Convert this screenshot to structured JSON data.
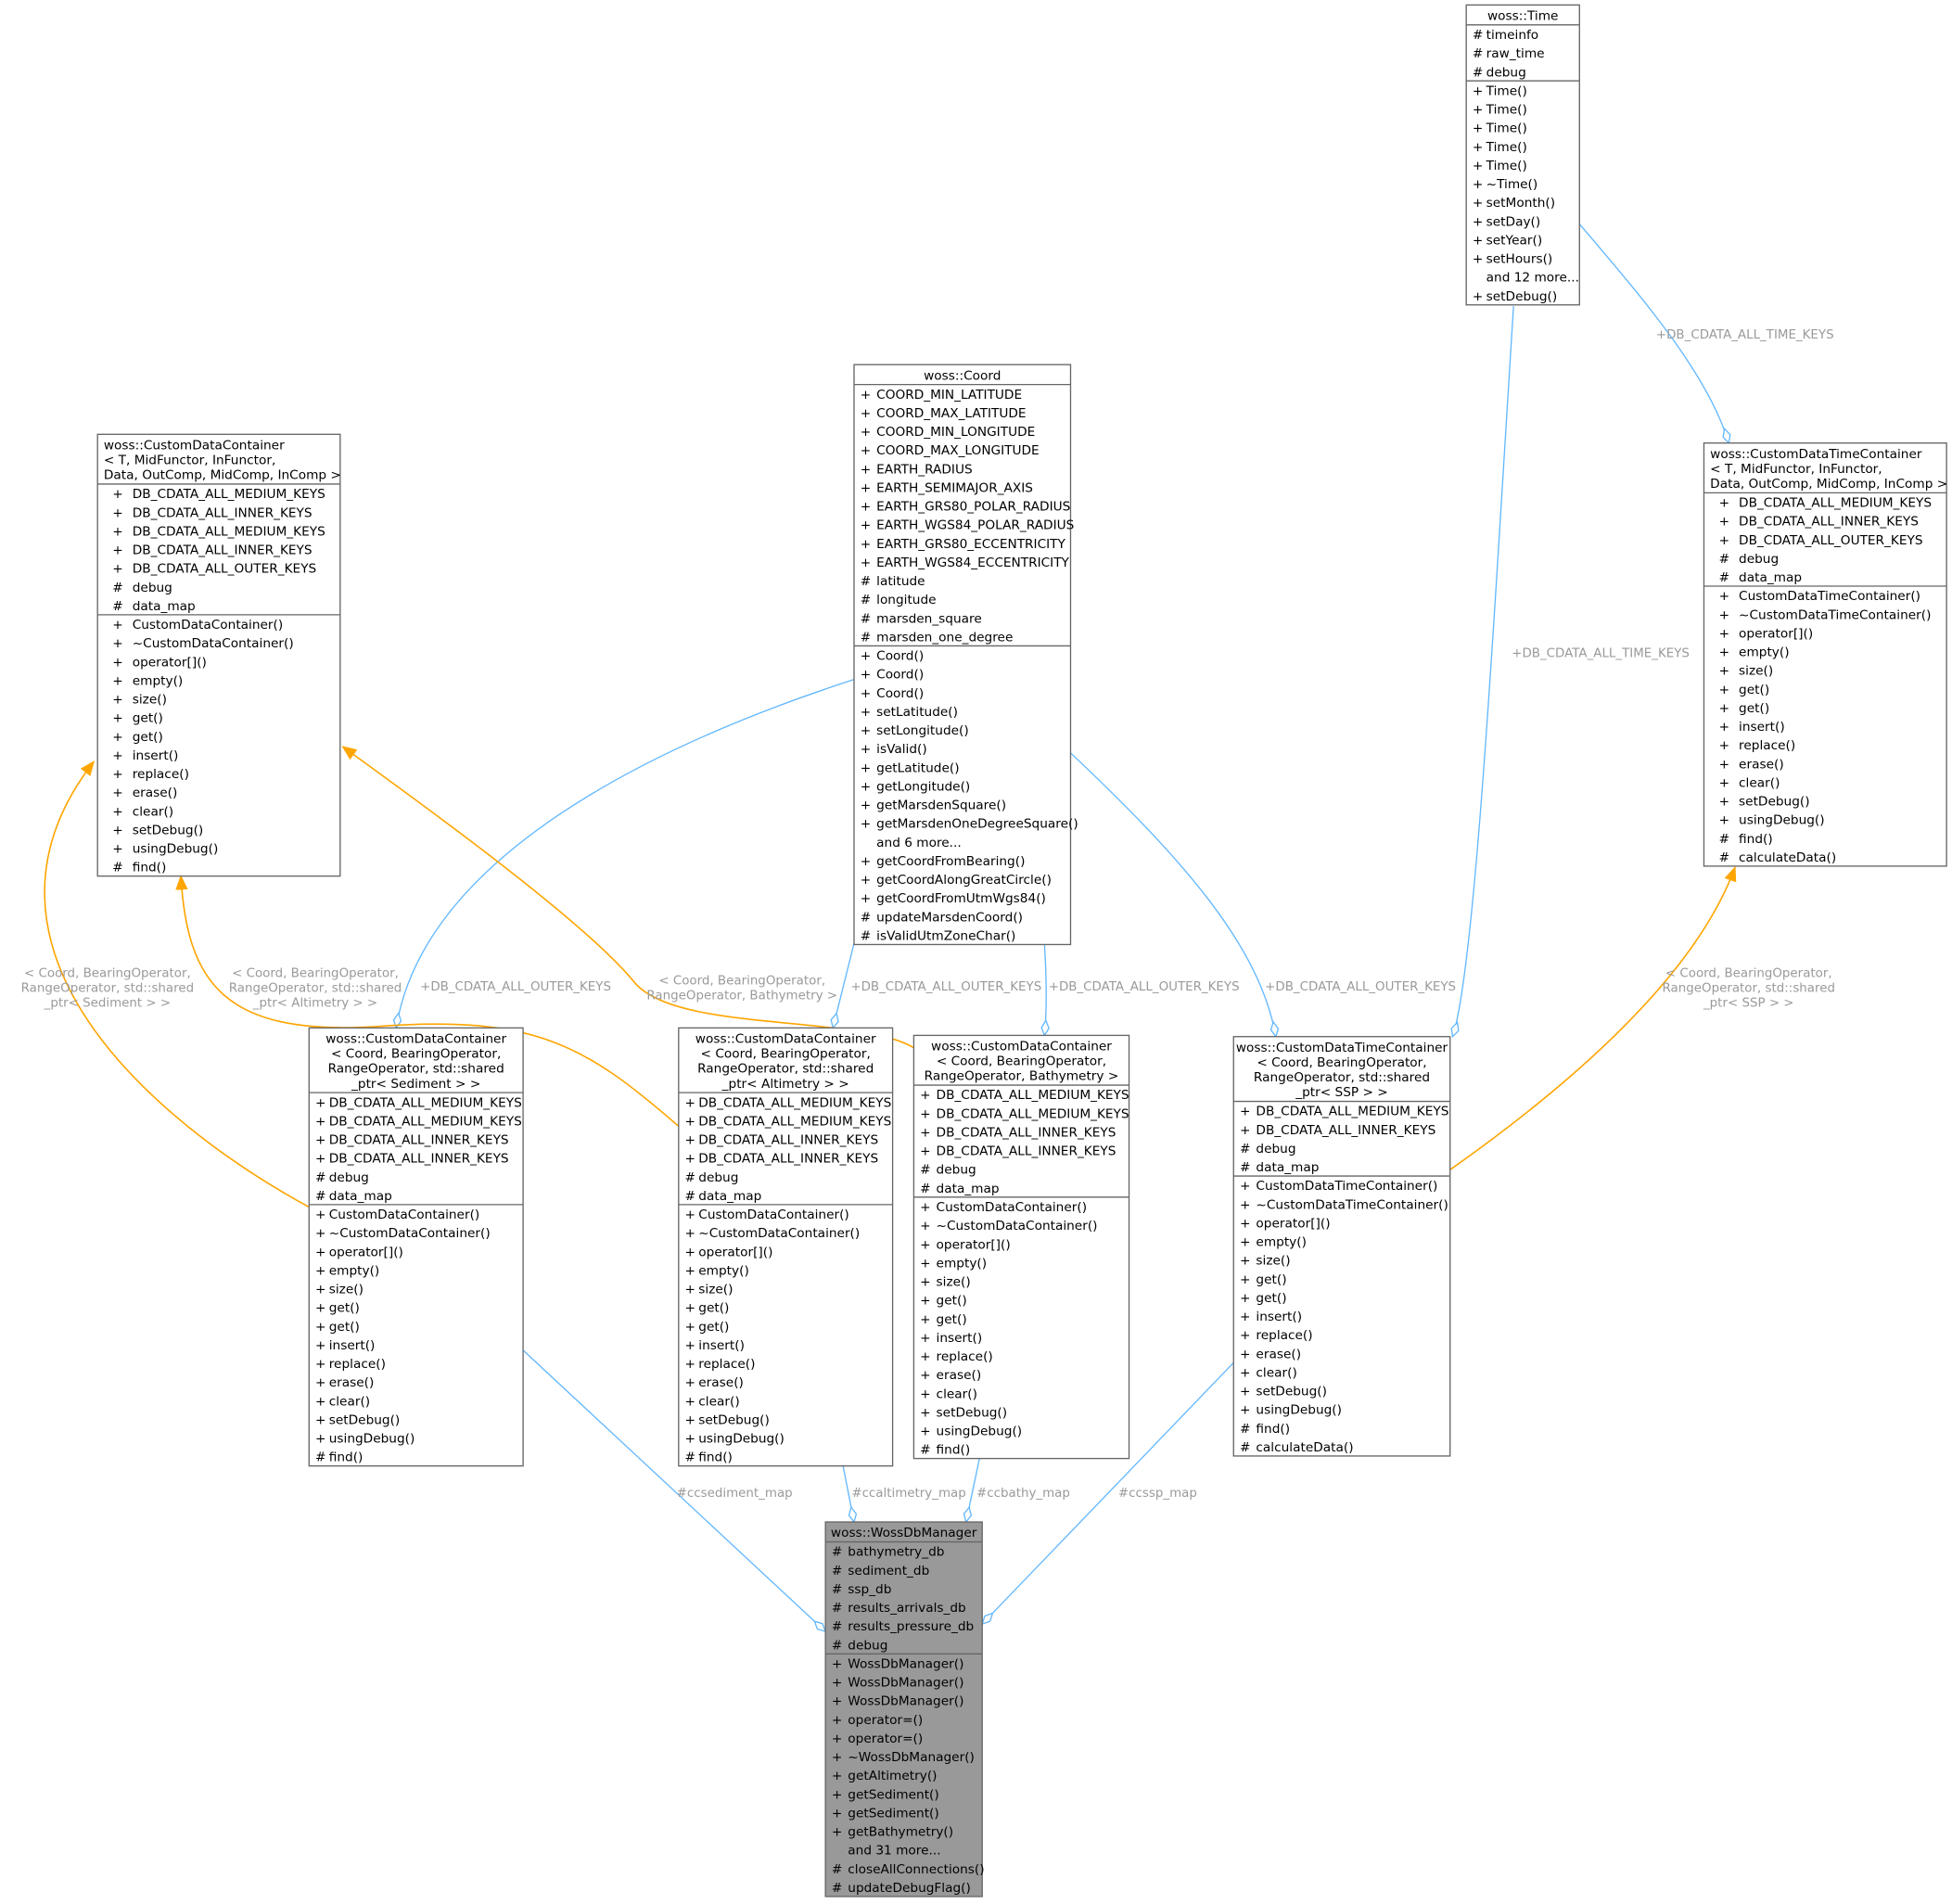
{
  "colors": {
    "association": "#63b8ff",
    "inheritance": "#ffa500",
    "label": "#9a9a9a",
    "focus_fill": "#999999"
  },
  "nodes": {
    "generic_cdc": {
      "title": [
        "woss::CustomDataContainer",
        "< T, MidFunctor, InFunctor,",
        " Data, OutComp, MidComp, InComp >"
      ],
      "attributes": [
        [
          "+",
          "DB_CDATA_ALL_MEDIUM_KEYS"
        ],
        [
          "+",
          "DB_CDATA_ALL_INNER_KEYS"
        ],
        [
          "+",
          "DB_CDATA_ALL_MEDIUM_KEYS"
        ],
        [
          "+",
          "DB_CDATA_ALL_INNER_KEYS"
        ],
        [
          "+",
          "DB_CDATA_ALL_OUTER_KEYS"
        ],
        [
          "#",
          "debug"
        ],
        [
          "#",
          "data_map"
        ]
      ],
      "methods": [
        [
          "+",
          "CustomDataContainer()"
        ],
        [
          "+",
          "~CustomDataContainer()"
        ],
        [
          "+",
          "operator[]()"
        ],
        [
          "+",
          "empty()"
        ],
        [
          "+",
          "size()"
        ],
        [
          "+",
          "get()"
        ],
        [
          "+",
          "get()"
        ],
        [
          "+",
          "insert()"
        ],
        [
          "+",
          "replace()"
        ],
        [
          "+",
          "erase()"
        ],
        [
          "+",
          "clear()"
        ],
        [
          "+",
          "setDebug()"
        ],
        [
          "+",
          "usingDebug()"
        ],
        [
          "#",
          "find()"
        ]
      ]
    },
    "time": {
      "title": [
        "woss::Time"
      ],
      "attributes": [
        [
          "#",
          "timeinfo"
        ],
        [
          "#",
          "raw_time"
        ],
        [
          "#",
          "debug"
        ]
      ],
      "methods": [
        [
          "+",
          "Time()"
        ],
        [
          "+",
          "Time()"
        ],
        [
          "+",
          "Time()"
        ],
        [
          "+",
          "Time()"
        ],
        [
          "+",
          "Time()"
        ],
        [
          "+",
          "~Time()"
        ],
        [
          "+",
          "setMonth()"
        ],
        [
          "+",
          "setDay()"
        ],
        [
          "+",
          "setYear()"
        ],
        [
          "+",
          "setHours()"
        ],
        [
          "",
          "and 12 more..."
        ],
        [
          "+",
          "setDebug()"
        ]
      ]
    },
    "coord": {
      "title": [
        "woss::Coord"
      ],
      "attributes": [
        [
          "+",
          "COORD_MIN_LATITUDE"
        ],
        [
          "+",
          "COORD_MAX_LATITUDE"
        ],
        [
          "+",
          "COORD_MIN_LONGITUDE"
        ],
        [
          "+",
          "COORD_MAX_LONGITUDE"
        ],
        [
          "+",
          "EARTH_RADIUS"
        ],
        [
          "+",
          "EARTH_SEMIMAJOR_AXIS"
        ],
        [
          "+",
          "EARTH_GRS80_POLAR_RADIUS"
        ],
        [
          "+",
          "EARTH_WGS84_POLAR_RADIUS"
        ],
        [
          "+",
          "EARTH_GRS80_ECCENTRICITY"
        ],
        [
          "+",
          "EARTH_WGS84_ECCENTRICITY"
        ],
        [
          "#",
          "latitude"
        ],
        [
          "#",
          "longitude"
        ],
        [
          "#",
          "marsden_square"
        ],
        [
          "#",
          "marsden_one_degree"
        ]
      ],
      "methods": [
        [
          "+",
          "Coord()"
        ],
        [
          "+",
          "Coord()"
        ],
        [
          "+",
          "Coord()"
        ],
        [
          "+",
          "setLatitude()"
        ],
        [
          "+",
          "setLongitude()"
        ],
        [
          "+",
          "isValid()"
        ],
        [
          "+",
          "getLatitude()"
        ],
        [
          "+",
          "getLongitude()"
        ],
        [
          "+",
          "getMarsdenSquare()"
        ],
        [
          "+",
          "getMarsdenOneDegreeSquare()"
        ],
        [
          "",
          "and 6 more..."
        ],
        [
          "+",
          "getCoordFromBearing()"
        ],
        [
          "+",
          "getCoordAlongGreatCircle()"
        ],
        [
          "+",
          "getCoordFromUtmWgs84()"
        ],
        [
          "#",
          "updateMarsdenCoord()"
        ],
        [
          "#",
          "isValidUtmZoneChar()"
        ]
      ]
    },
    "generic_cdtc": {
      "title": [
        "woss::CustomDataTimeContainer",
        "< T, MidFunctor, InFunctor,",
        " Data, OutComp, MidComp, InComp >"
      ],
      "attributes": [
        [
          "+",
          "DB_CDATA_ALL_MEDIUM_KEYS"
        ],
        [
          "+",
          "DB_CDATA_ALL_INNER_KEYS"
        ],
        [
          "+",
          "DB_CDATA_ALL_OUTER_KEYS"
        ],
        [
          "#",
          "debug"
        ],
        [
          "#",
          "data_map"
        ]
      ],
      "methods": [
        [
          "+",
          "CustomDataTimeContainer()"
        ],
        [
          "+",
          "~CustomDataTimeContainer()"
        ],
        [
          "+",
          "operator[]()"
        ],
        [
          "+",
          "empty()"
        ],
        [
          "+",
          "size()"
        ],
        [
          "+",
          "get()"
        ],
        [
          "+",
          "get()"
        ],
        [
          "+",
          "insert()"
        ],
        [
          "+",
          "replace()"
        ],
        [
          "+",
          "erase()"
        ],
        [
          "+",
          "clear()"
        ],
        [
          "+",
          "setDebug()"
        ],
        [
          "+",
          "usingDebug()"
        ],
        [
          "#",
          "find()"
        ],
        [
          "#",
          "calculateData()"
        ]
      ]
    },
    "sediment": {
      "title": [
        "woss::CustomDataContainer",
        "< Coord, BearingOperator,",
        "RangeOperator, std::shared",
        "_ptr< Sediment > >"
      ],
      "attributes": [
        [
          "+",
          "DB_CDATA_ALL_MEDIUM_KEYS"
        ],
        [
          "+",
          "DB_CDATA_ALL_MEDIUM_KEYS"
        ],
        [
          "+",
          "DB_CDATA_ALL_INNER_KEYS"
        ],
        [
          "+",
          "DB_CDATA_ALL_INNER_KEYS"
        ],
        [
          "#",
          "debug"
        ],
        [
          "#",
          "data_map"
        ]
      ],
      "methods": [
        [
          "+",
          "CustomDataContainer()"
        ],
        [
          "+",
          "~CustomDataContainer()"
        ],
        [
          "+",
          "operator[]()"
        ],
        [
          "+",
          "empty()"
        ],
        [
          "+",
          "size()"
        ],
        [
          "+",
          "get()"
        ],
        [
          "+",
          "get()"
        ],
        [
          "+",
          "insert()"
        ],
        [
          "+",
          "replace()"
        ],
        [
          "+",
          "erase()"
        ],
        [
          "+",
          "clear()"
        ],
        [
          "+",
          "setDebug()"
        ],
        [
          "+",
          "usingDebug()"
        ],
        [
          "#",
          "find()"
        ]
      ]
    },
    "altimetry": {
      "title": [
        "woss::CustomDataContainer",
        "< Coord, BearingOperator,",
        "RangeOperator, std::shared",
        "_ptr< Altimetry > >"
      ],
      "attributes": [
        [
          "+",
          "DB_CDATA_ALL_MEDIUM_KEYS"
        ],
        [
          "+",
          "DB_CDATA_ALL_MEDIUM_KEYS"
        ],
        [
          "+",
          "DB_CDATA_ALL_INNER_KEYS"
        ],
        [
          "+",
          "DB_CDATA_ALL_INNER_KEYS"
        ],
        [
          "#",
          "debug"
        ],
        [
          "#",
          "data_map"
        ]
      ],
      "methods": [
        [
          "+",
          "CustomDataContainer()"
        ],
        [
          "+",
          "~CustomDataContainer()"
        ],
        [
          "+",
          "operator[]()"
        ],
        [
          "+",
          "empty()"
        ],
        [
          "+",
          "size()"
        ],
        [
          "+",
          "get()"
        ],
        [
          "+",
          "get()"
        ],
        [
          "+",
          "insert()"
        ],
        [
          "+",
          "replace()"
        ],
        [
          "+",
          "erase()"
        ],
        [
          "+",
          "clear()"
        ],
        [
          "+",
          "setDebug()"
        ],
        [
          "+",
          "usingDebug()"
        ],
        [
          "#",
          "find()"
        ]
      ]
    },
    "bathymetry": {
      "title": [
        "woss::CustomDataContainer",
        "< Coord, BearingOperator,",
        "RangeOperator, Bathymetry >"
      ],
      "attributes": [
        [
          "+",
          "DB_CDATA_ALL_MEDIUM_KEYS"
        ],
        [
          "+",
          "DB_CDATA_ALL_MEDIUM_KEYS"
        ],
        [
          "+",
          "DB_CDATA_ALL_INNER_KEYS"
        ],
        [
          "+",
          "DB_CDATA_ALL_INNER_KEYS"
        ],
        [
          "#",
          "debug"
        ],
        [
          "#",
          "data_map"
        ]
      ],
      "methods": [
        [
          "+",
          "CustomDataContainer()"
        ],
        [
          "+",
          "~CustomDataContainer()"
        ],
        [
          "+",
          "operator[]()"
        ],
        [
          "+",
          "empty()"
        ],
        [
          "+",
          "size()"
        ],
        [
          "+",
          "get()"
        ],
        [
          "+",
          "get()"
        ],
        [
          "+",
          "insert()"
        ],
        [
          "+",
          "replace()"
        ],
        [
          "+",
          "erase()"
        ],
        [
          "+",
          "clear()"
        ],
        [
          "+",
          "setDebug()"
        ],
        [
          "+",
          "usingDebug()"
        ],
        [
          "#",
          "find()"
        ]
      ]
    },
    "ssp": {
      "title": [
        "woss::CustomDataTimeContainer",
        "< Coord, BearingOperator,",
        "RangeOperator, std::shared",
        "_ptr< SSP > >"
      ],
      "attributes": [
        [
          "+",
          "DB_CDATA_ALL_MEDIUM_KEYS"
        ],
        [
          "+",
          "DB_CDATA_ALL_INNER_KEYS"
        ],
        [
          "#",
          "debug"
        ],
        [
          "#",
          "data_map"
        ]
      ],
      "methods": [
        [
          "+",
          "CustomDataTimeContainer()"
        ],
        [
          "+",
          "~CustomDataTimeContainer()"
        ],
        [
          "+",
          "operator[]()"
        ],
        [
          "+",
          "empty()"
        ],
        [
          "+",
          "size()"
        ],
        [
          "+",
          "get()"
        ],
        [
          "+",
          "get()"
        ],
        [
          "+",
          "insert()"
        ],
        [
          "+",
          "replace()"
        ],
        [
          "+",
          "erase()"
        ],
        [
          "+",
          "clear()"
        ],
        [
          "+",
          "setDebug()"
        ],
        [
          "+",
          "usingDebug()"
        ],
        [
          "#",
          "find()"
        ],
        [
          "#",
          "calculateData()"
        ]
      ]
    },
    "manager": {
      "title": [
        "woss::WossDbManager"
      ],
      "attributes": [
        [
          "#",
          "bathymetry_db"
        ],
        [
          "#",
          "sediment_db"
        ],
        [
          "#",
          "ssp_db"
        ],
        [
          "#",
          "results_arrivals_db"
        ],
        [
          "#",
          "results_pressure_db"
        ],
        [
          "#",
          "debug"
        ]
      ],
      "methods": [
        [
          "+",
          "WossDbManager()"
        ],
        [
          "+",
          "WossDbManager()"
        ],
        [
          "+",
          "WossDbManager()"
        ],
        [
          "+",
          "operator=()"
        ],
        [
          "+",
          "operator=()"
        ],
        [
          "+",
          "~WossDbManager()"
        ],
        [
          "+",
          "getAltimetry()"
        ],
        [
          "+",
          "getSediment()"
        ],
        [
          "+",
          "getSediment()"
        ],
        [
          "+",
          "getBathymetry()"
        ],
        [
          "",
          "and 31 more..."
        ],
        [
          "#",
          "closeAllConnections()"
        ],
        [
          "#",
          "updateDebugFlag()"
        ]
      ]
    }
  },
  "edge_labels": {
    "time_to_generic_cdtc": "+DB_CDATA_ALL_TIME_KEYS",
    "time_to_ssp": "+DB_CDATA_ALL_TIME_KEYS",
    "coord_to_sediment": "+DB_CDATA_ALL_OUTER_KEYS",
    "coord_to_altimetry": "+DB_CDATA_ALL_OUTER_KEYS",
    "coord_to_bathymetry": "+DB_CDATA_ALL_OUTER_KEYS",
    "coord_to_ssp": "+DB_CDATA_ALL_OUTER_KEYS",
    "sediment_to_manager": "#ccsediment_map",
    "altimetry_to_manager": "#ccaltimetry_map",
    "bathymetry_to_manager": "#ccbathy_map",
    "ssp_to_manager": "#ccssp_map",
    "sediment_inherit": [
      "< Coord, BearingOperator,",
      "RangeOperator, std::shared",
      "_ptr< Sediment > >"
    ],
    "altimetry_inherit": [
      "< Coord, BearingOperator,",
      "RangeOperator, std::shared",
      "_ptr< Altimetry > >"
    ],
    "bathymetry_inherit": [
      "< Coord, BearingOperator,",
      "RangeOperator, Bathymetry >"
    ],
    "ssp_inherit": [
      "< Coord, BearingOperator,",
      "RangeOperator, std::shared",
      "_ptr< SSP > >"
    ]
  }
}
